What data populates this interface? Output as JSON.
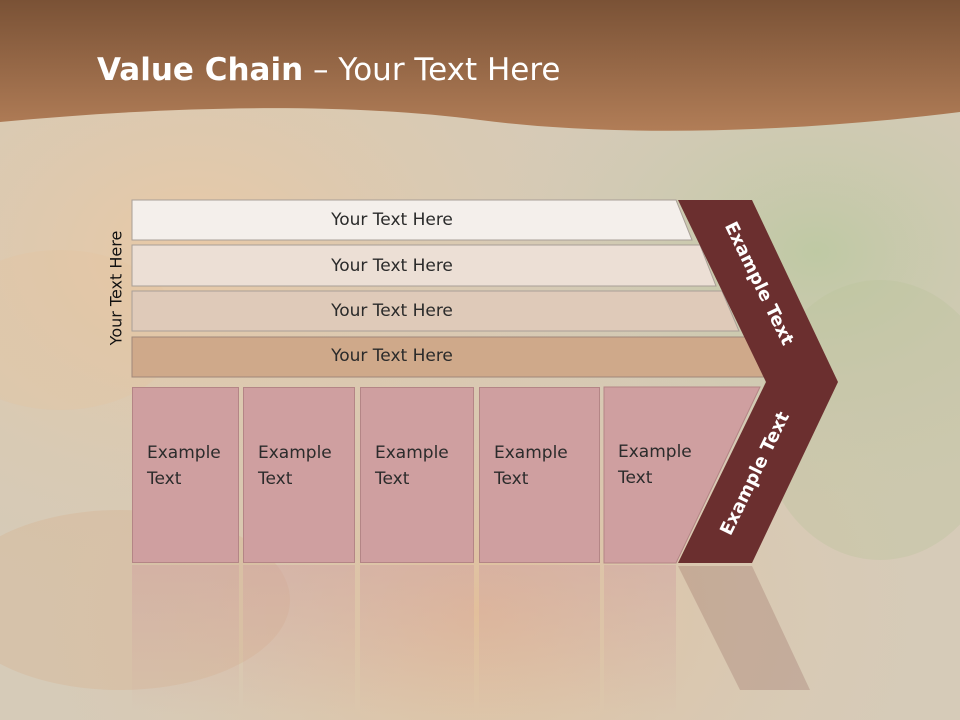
{
  "title": {
    "bold": "Value Chain",
    "rest": " – Your Text Here"
  },
  "side_label": "Your Text Here",
  "bars": [
    {
      "label": "Your Text Here",
      "color": "#f4efeb"
    },
    {
      "label": "Your Text Here",
      "color": "#ecdfd5"
    },
    {
      "label": "Your Text Here",
      "color": "#dfcab9"
    },
    {
      "label": "Your Text Here",
      "color": "#cfa98a"
    }
  ],
  "boxes": [
    {
      "line1": "Example",
      "line2": "Text"
    },
    {
      "line1": "Example",
      "line2": "Text"
    },
    {
      "line1": "Example",
      "line2": "Text"
    },
    {
      "line1": "Example",
      "line2": "Text"
    },
    {
      "line1": "Example",
      "line2": "Text"
    }
  ],
  "chevron_upper": "Example Text",
  "chevron_lower": "Example Text",
  "colors": {
    "header": "#9a6a48",
    "chevron": "#6b2f2f",
    "box": "#cf9fa0"
  }
}
